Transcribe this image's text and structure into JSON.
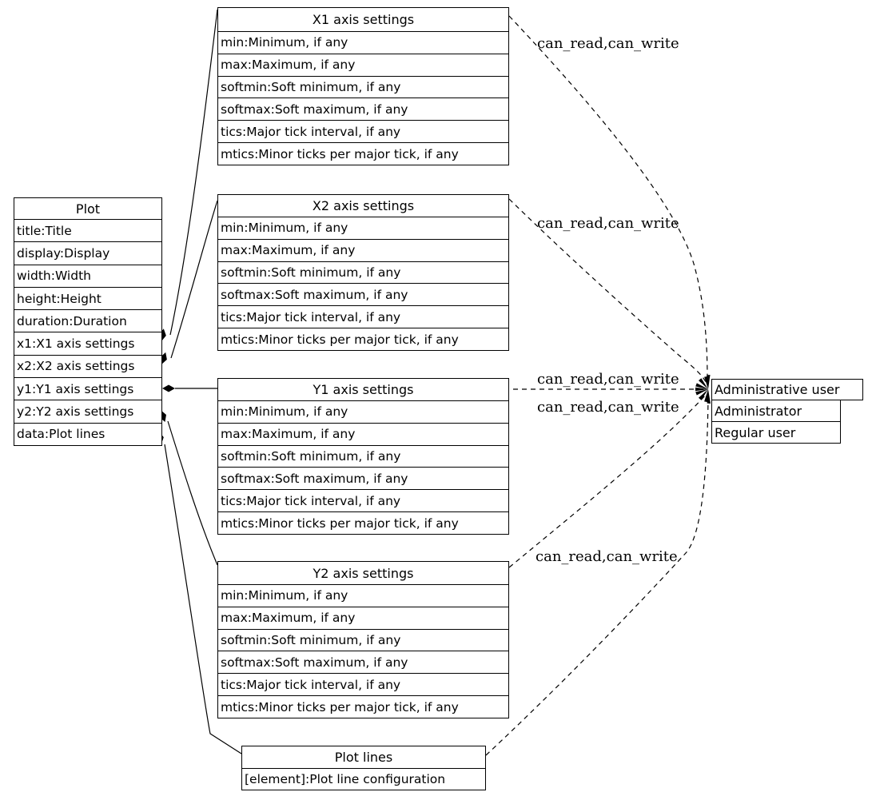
{
  "nodes": {
    "plot": {
      "title": "Plot",
      "rows": [
        "title:Title",
        "display:Display",
        "width:Width",
        "height:Height",
        "duration:Duration",
        "x1:X1 axis settings",
        "x2:X2 axis settings",
        "y1:Y1 axis settings",
        "y2:Y2 axis settings",
        "data:Plot lines"
      ]
    },
    "x1_axis": {
      "title": "X1 axis settings",
      "rows": [
        "min:Minimum, if any",
        "max:Maximum, if any",
        "softmin:Soft minimum, if any",
        "softmax:Soft maximum, if any",
        "tics:Major tick interval, if any",
        "mtics:Minor ticks per major tick, if any"
      ]
    },
    "x2_axis": {
      "title": "X2 axis settings",
      "rows": [
        "min:Minimum, if any",
        "max:Maximum, if any",
        "softmin:Soft minimum, if any",
        "softmax:Soft maximum, if any",
        "tics:Major tick interval, if any",
        "mtics:Minor ticks per major tick, if any"
      ]
    },
    "y1_axis": {
      "title": "Y1 axis settings",
      "rows": [
        "min:Minimum, if any",
        "max:Maximum, if any",
        "softmin:Soft minimum, if any",
        "softmax:Soft maximum, if any",
        "tics:Major tick interval, if any",
        "mtics:Minor ticks per major tick, if any"
      ]
    },
    "y2_axis": {
      "title": "Y2 axis settings",
      "rows": [
        "min:Minimum, if any",
        "max:Maximum, if any",
        "softmin:Soft minimum, if any",
        "softmax:Soft maximum, if any",
        "tics:Major tick interval, if any",
        "mtics:Minor ticks per major tick, if any"
      ]
    },
    "plot_lines": {
      "title": "Plot lines",
      "rows": [
        "[element]:Plot line configuration"
      ]
    },
    "admin_user": {
      "title": "Administrative user",
      "rows": [
        "Administrator",
        "Regular user"
      ]
    }
  },
  "edges": {
    "labels": [
      "can_read,can_write",
      "can_read,can_write",
      "can_read,can_write",
      "can_read,can_write",
      "can_read,can_write"
    ]
  },
  "colors": {
    "line": "#000000",
    "background": "#ffffff"
  }
}
